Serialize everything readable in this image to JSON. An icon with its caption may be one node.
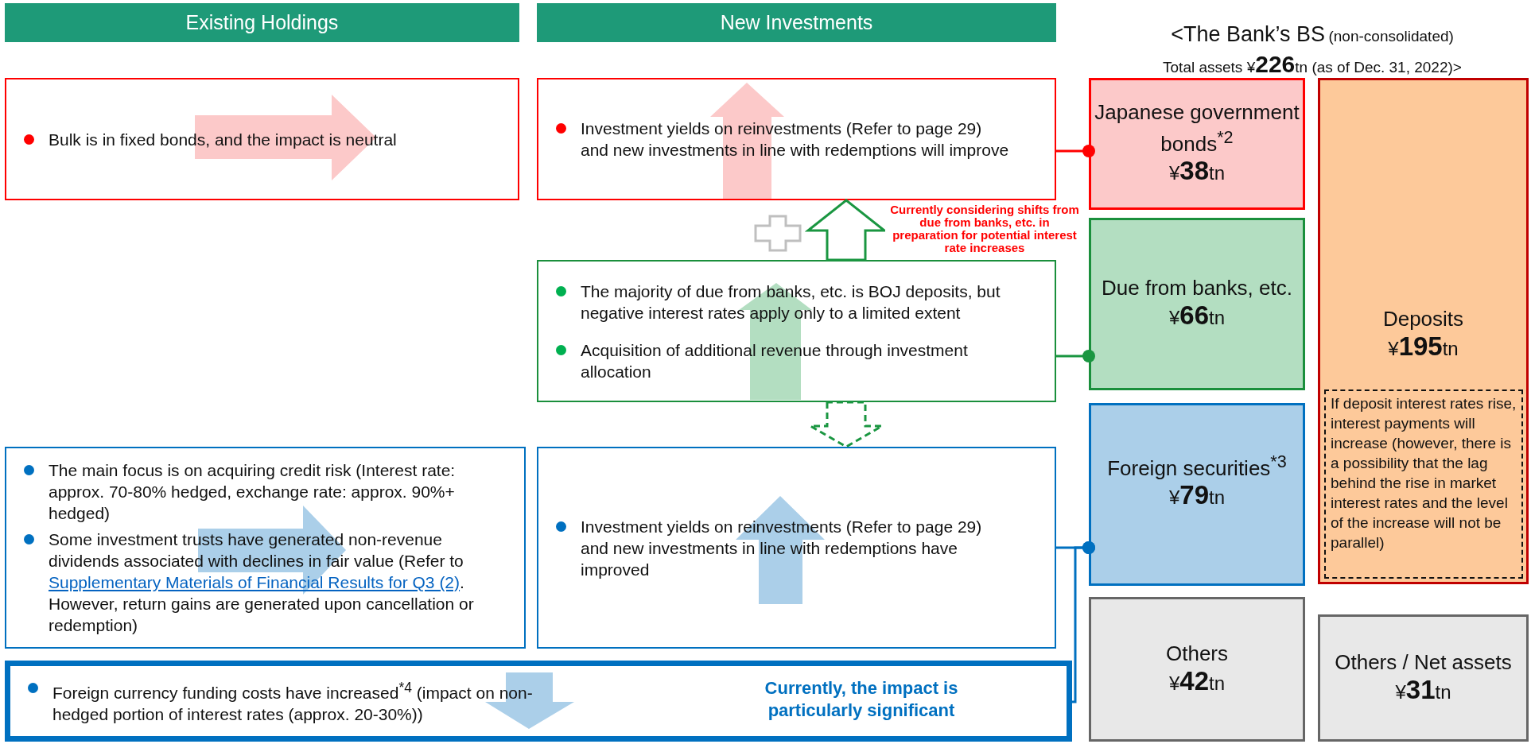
{
  "diagram": {
    "nodes": [
      {
        "text": [
          "Existing Holdings"
        ]
      },
      {
        "text": [
          "New Investments"
        ]
      },
      {
        "text": [
          "Bulk is in fixed bonds, and the impact is neutral"
        ]
      },
      {
        "text": [
          "Investment yields on reinvestments (Refer to page 29) and new investments in line with redemptions will improve"
        ]
      },
      {
        "text": [
          "Japanese government bonds$^{*2}$",
          "¥**38**tn"
        ]
      },
      {
        "text": [
          "Deposits",
          "¥**195**tn"
        ]
      },
      {
        "text": [
          "If deposit interest rates rise, interest payments will increase (however, there is a possibility that the lag behind the rise in market interest rates and the level of the increase will not be parallel)"
        ],
        "in": 5
      },
      {
        "text": [
          "The majority of due from banks, etc. is BOJ deposits, but negative interest rates apply only to a limited extent",
          "Acquisition of additional revenue through investment allocation"
        ]
      },
      {
        "text": [
          "Due from banks, etc.",
          "¥**66**tn"
        ]
      },
      {
        "text": [
          "The main focus is on acquiring credit risk (Interest rate: approx. 70-80% hedged, exchange rate: approx. 90%+ hedged)",
          "Some investment trusts have generated non-revenue dividends associated with declines in fair value (Refer to",
          "Supplementary Materials of Financial Results for Q3 (2)",
          ". However, return gains are generated upon cancellation or redemption)"
        ]
      },
      {
        "text": [
          "Investment yields on reinvestments (Refer to page 29) and new investments in line with redemptions have improved"
        ]
      },
      {
        "text": [
          "Foreign securities$^{*3}$",
          "¥**79**tn"
        ]
      },
      {
        "text": [
          "Others",
          "¥**42**tn"
        ]
      },
      {
        "text": [
          "Others / Net assets",
          "¥**31**tn"
        ]
      },
      {
        "text": [
          "Foreign currency funding costs have increased$^{*4}$ (impact on non-hedged portion of interest rates (approx. 20-30%))",
          "Currently, the impact is particularly significant"
        ]
      }
    ],
    "edges": [
      {
        "from": 3,
        "to": 4,
        "arrow": "other",
        "color": "#ff0000"
      },
      {
        "from": 7,
        "to": 3,
        "arrow": "to",
        "label": "Currently considering shifts from due from banks, etc. in preparation for potential interest rate increases",
        "color": "#1a9641"
      },
      {
        "from": 7,
        "to": 8,
        "arrow": "other",
        "color": "#1a9641"
      },
      {
        "from": 7,
        "to": 10,
        "arrow": "to",
        "style": "dashed",
        "color": "#1a9641"
      },
      {
        "from": 10,
        "to": 11,
        "arrow": "other",
        "color": "#0070c0"
      },
      {
        "from": 14,
        "to": 11,
        "arrow": "other",
        "color": "#0070c0"
      }
    ],
    "labels": [
      "<The Bank’s BS",
      "(non-consolidated)",
      "Total assets ¥**226**tn (as of Dec. 31, 2022)>"
    ]
  }
}
